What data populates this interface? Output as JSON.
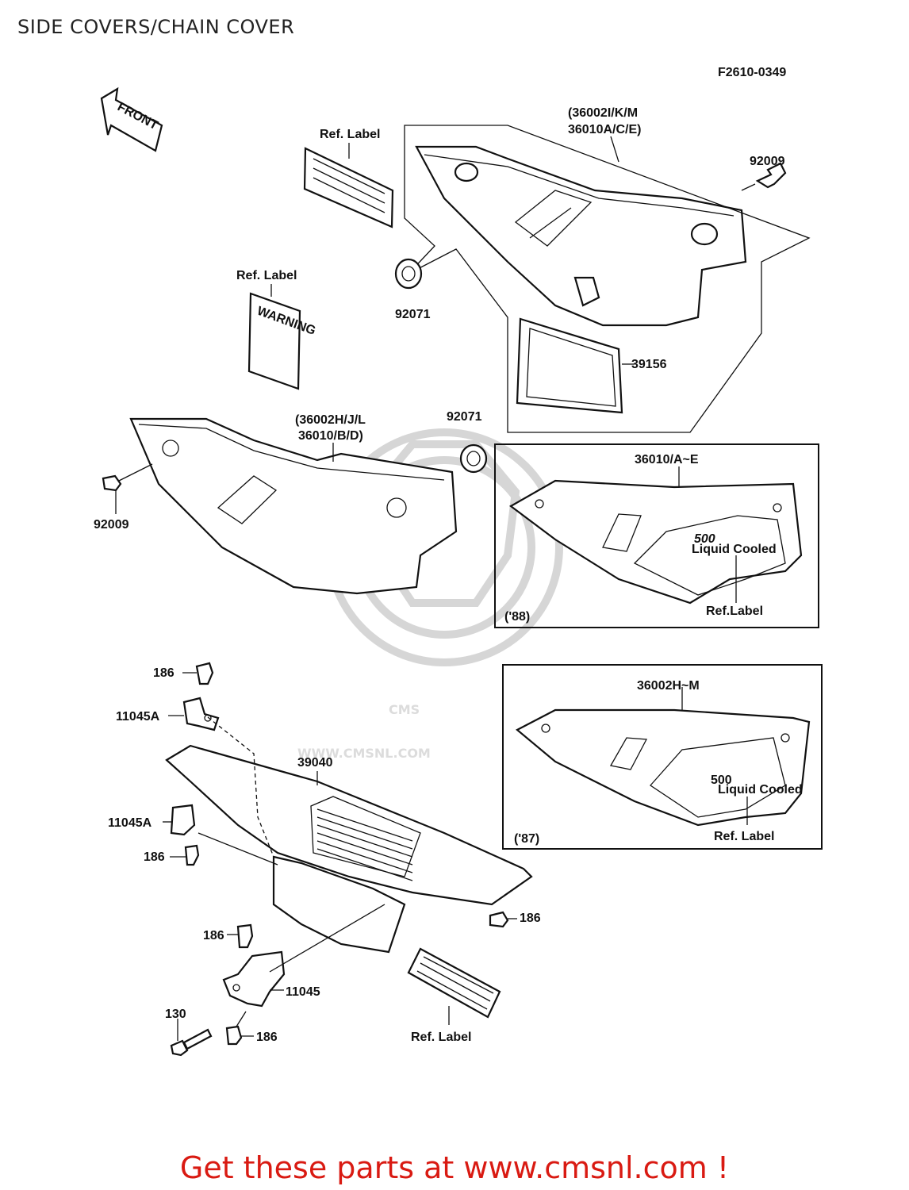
{
  "page": {
    "title": "SIDE COVERS/CHAIN COVER",
    "figure_code": "F2610-0349",
    "footer_text": "Get these parts at www.cmsnl.com !"
  },
  "watermark": {
    "logo_text": "CMS",
    "url_text": "WWW.CMSNL.COM"
  },
  "arrow": {
    "label": "FRONT"
  },
  "callouts": {
    "ref_label_1": "Ref. Label",
    "ref_label_2": "Ref. Label",
    "cover_top_line1": "(36002I/K/M",
    "cover_top_line2": "36010A/C/E)",
    "bolt_top": "92009",
    "grommet_1": "92071",
    "pad": "39156",
    "grommet_2": "92071",
    "cover_mid_line1": "(36002H/J/L",
    "cover_mid_line2": "36010/B/D)",
    "bolt_left": "92009",
    "bolt_186_a": "186",
    "bracket_a_1": "11045A",
    "chain_cover": "39040",
    "bracket_a_2": "11045A",
    "bolt_186_b": "186",
    "bolt_186_c": "186",
    "bolt_186_d": "186",
    "bracket": "11045",
    "bolt_130": "130",
    "bolt_186_e": "186",
    "ref_label_3": "Ref. Label"
  },
  "inset_88": {
    "part": "36010/A~E",
    "year": "('88)",
    "decal_number": "500",
    "decal_sub": "Liquid Cooled",
    "ref_label": "Ref.Label"
  },
  "inset_87": {
    "part": "36002H~M",
    "year": "('87)",
    "decal_number": "500",
    "decal_sub": "Liquid Cooled",
    "ref_label": "Ref. Label"
  },
  "label_sticker_text": "WARNING"
}
